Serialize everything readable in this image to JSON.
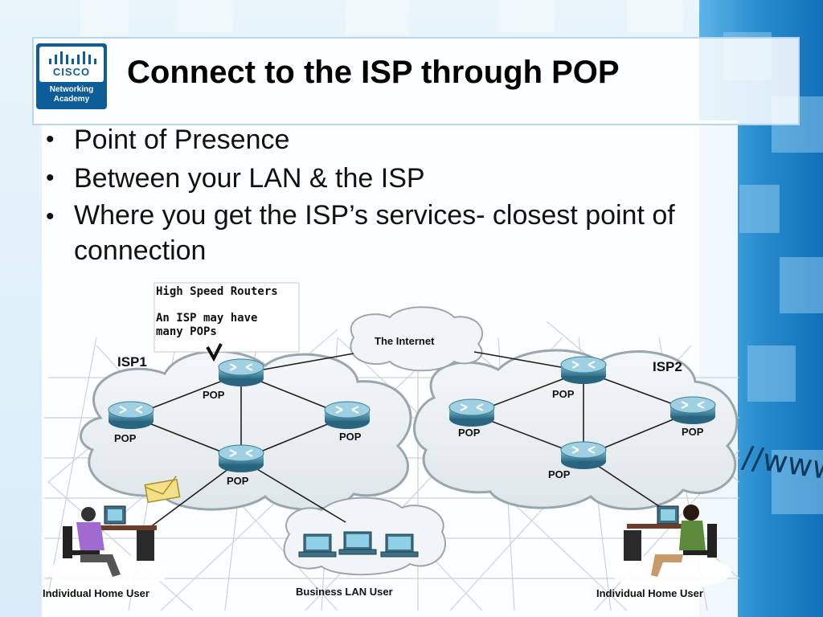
{
  "slide": {
    "title": "Connect to the ISP through POP",
    "bullets": [
      "Point of Presence",
      "Between your LAN & the ISP",
      "Where you get the ISP’s services- closest point of connection"
    ]
  },
  "logo": {
    "brand": "CISCO",
    "subtitle_line1": "Networking",
    "subtitle_line2": "Academy"
  },
  "diagram": {
    "callout_line1": "High Speed Routers",
    "callout_line2": "An ISP may have",
    "callout_line3": "many POPs",
    "isp1_label": "ISP1",
    "isp2_label": "ISP2",
    "internet_label": "The Internet",
    "pop_label": "POP",
    "left_user_label": "Individual Home User",
    "business_label": "Business LAN User",
    "right_user_label": "Individual Home User",
    "bg_text": "//www"
  },
  "colors": {
    "accent_blue": "#2c8fd0",
    "router_blue": "#4a8fa8",
    "cloud_fill": "#e8eef2"
  }
}
